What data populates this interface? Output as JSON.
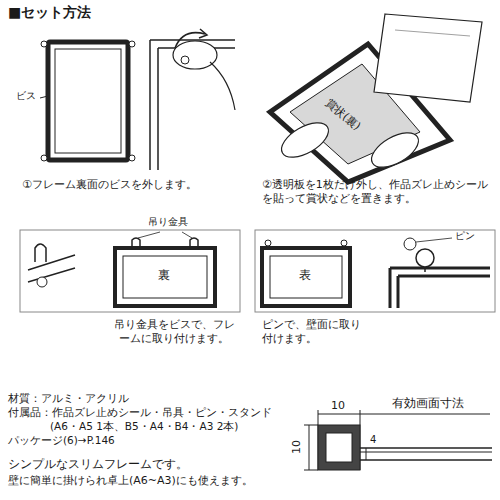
{
  "diagram": {
    "title": "■セット方法",
    "labels": [
      "ビス",
      "①フレーム裏面のビスを外します。",
      "賞状(裏)",
      "②透明板を1枚だけ外し、作品ズレ止めシールを貼って賞状などを置きます。",
      "吊り金具",
      "裏",
      "吊り金具をビスで、フレームに取り付けます。",
      "表",
      "ピン",
      "ピンで、壁面に取り付けます。",
      "材質：アルミ・アクリル",
      "付属品：作品ズレ止めシール・吊具・ピン・スタンド",
      "(A6・A5 1本、B5・A4・B4・A3 2本)",
      "パッケージ(6)→P.146",
      "シンプルなスリムフレームです。",
      "壁に簡単に掛けられ卓上(A6~A3)にも使えます。",
      "10",
      "有効画面寸法",
      "10",
      "4"
    ]
  }
}
